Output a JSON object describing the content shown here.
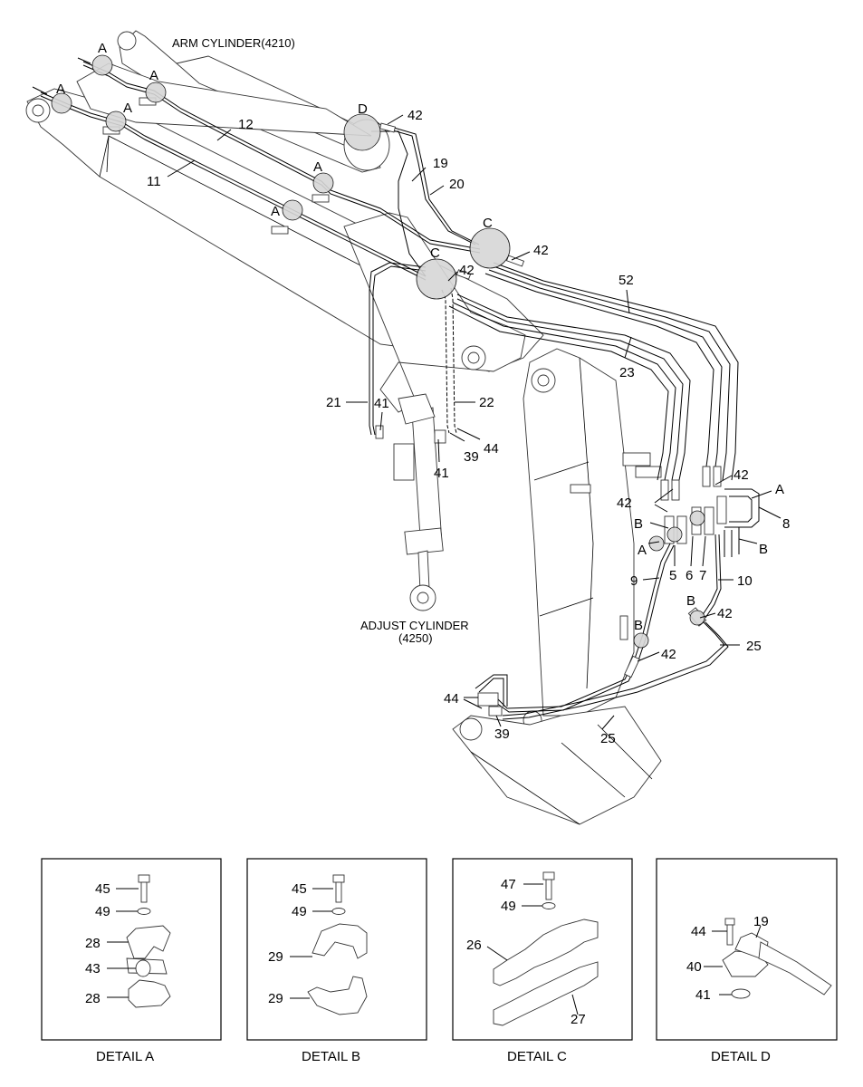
{
  "title_labels": {
    "arm_cylinder": "ARM CYLINDER(4210)",
    "adjust_cylinder_line1": "ADJUST CYLINDER",
    "adjust_cylinder_line2": "(4250)"
  },
  "detail_letters": {
    "a": "A",
    "b": "B",
    "c": "C",
    "d": "D"
  },
  "part_numbers": {
    "p5": "5",
    "p6": "6",
    "p7": "7",
    "p8": "8",
    "p9": "9",
    "p10": "10",
    "p11": "11",
    "p12": "12",
    "p19": "19",
    "p20": "20",
    "p21": "21",
    "p22": "22",
    "p23": "23",
    "p25": "25",
    "p26": "26",
    "p27": "27",
    "p28": "28",
    "p29": "29",
    "p39": "39",
    "p40": "40",
    "p41": "41",
    "p42": "42",
    "p43": "43",
    "p44": "44",
    "p45": "45",
    "p47": "47",
    "p49": "49",
    "p52": "52"
  },
  "details": [
    {
      "caption": "DETAIL A"
    },
    {
      "caption": "DETAIL B"
    },
    {
      "caption": "DETAIL C"
    },
    {
      "caption": "DETAIL D"
    }
  ]
}
